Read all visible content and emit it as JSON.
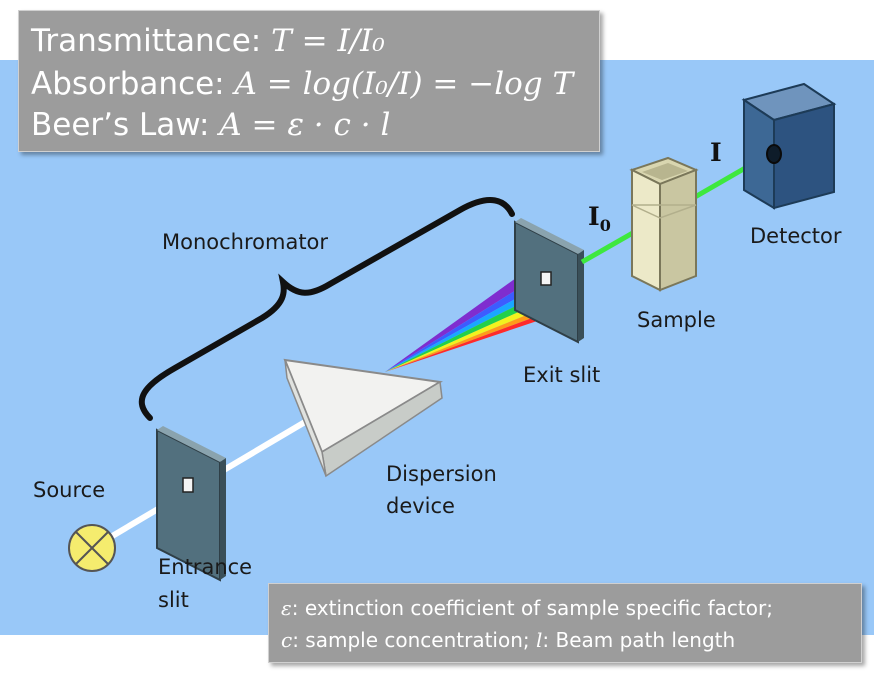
{
  "formulas": {
    "transmittance_label": "Transmittance:",
    "transmittance_expr": "T = I/I₀",
    "absorbance_label": "Absorbance:",
    "absorbance_expr": "A = log(I₀/I) = −log T",
    "beer_label": "Beer’s Law:",
    "beer_expr": "A = ε · c · l"
  },
  "labels": {
    "monochromator": "Monochromator",
    "source": "Source",
    "entrance_slit_1": "Entrance",
    "entrance_slit_2": "slit",
    "dispersion_1": "Dispersion",
    "dispersion_2": "device",
    "exit_slit": "Exit slit",
    "sample": "Sample",
    "detector": "Detector",
    "beam_in": "I",
    "beam_in_sub": "0",
    "beam_out": "I"
  },
  "notes": {
    "epsilon_sym": "ε",
    "epsilon_text": ": extinction coefficient of sample specific factor;",
    "c_sym": "c",
    "c_text": ": sample concentration;",
    "l_sym": "l",
    "l_text": ": Beam path length"
  },
  "colors": {
    "background": "#99c8f8",
    "box": "#9c9c9c",
    "beam_green": "#3ee83e",
    "source_yellow": "#f5ec6e",
    "detector_blue": "#2f5f8f"
  }
}
